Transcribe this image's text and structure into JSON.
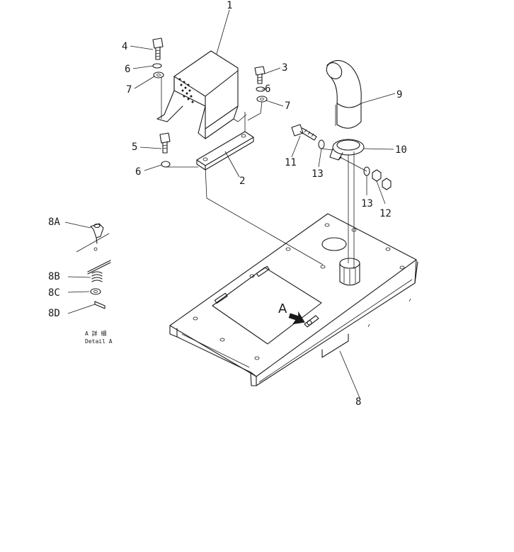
{
  "callouts": {
    "c1": "1",
    "c2": "2",
    "c3": "3",
    "c4": "4",
    "c5": "5",
    "c6a": "6",
    "c6b": "6",
    "c6c": "6",
    "c7a": "7",
    "c7b": "7",
    "c8": "8",
    "c8A": "8A",
    "c8B": "8B",
    "c8C": "8C",
    "c8D": "8D",
    "c9": "9",
    "c10": "10",
    "c11": "11",
    "c12": "12",
    "c13a": "13",
    "c13b": "13"
  },
  "view_marker": "A",
  "detail": {
    "title_jp": "A 詳 細",
    "title_en": "Detail A"
  }
}
